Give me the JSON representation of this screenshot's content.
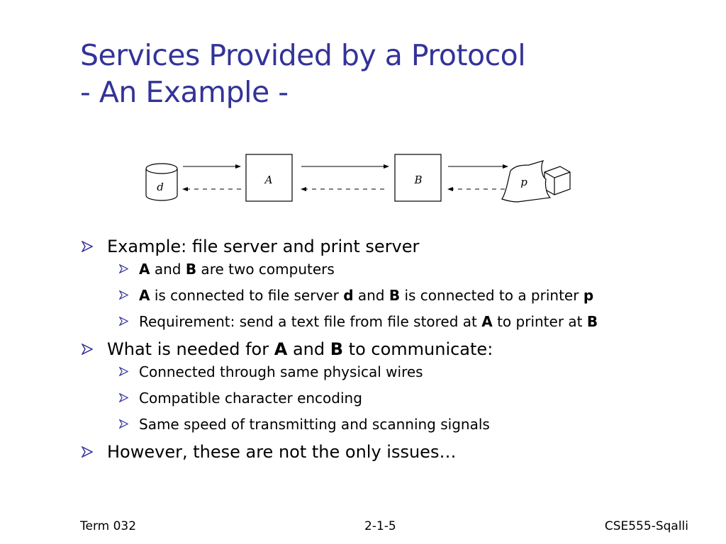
{
  "title": {
    "line1": "Services Provided by a Protocol",
    "line2": "- An Example -"
  },
  "diagram": {
    "nodes": {
      "d": "d",
      "A": "A",
      "B": "B",
      "p": "p"
    }
  },
  "bullets": [
    {
      "level": 1,
      "segments": [
        {
          "t": "Example: file server and print server"
        }
      ]
    },
    {
      "level": 2,
      "segments": [
        {
          "t": "A",
          "b": true
        },
        {
          "t": " and "
        },
        {
          "t": "B",
          "b": true
        },
        {
          "t": " are two computers"
        }
      ]
    },
    {
      "level": 2,
      "segments": [
        {
          "t": "A",
          "b": true
        },
        {
          "t": " is connected to file server "
        },
        {
          "t": "d",
          "b": true
        },
        {
          "t": " and "
        },
        {
          "t": "B",
          "b": true
        },
        {
          "t": " is connected to a printer "
        },
        {
          "t": "p",
          "b": true
        }
      ]
    },
    {
      "level": 2,
      "segments": [
        {
          "t": "Requirement: send a text file from file stored at "
        },
        {
          "t": "A",
          "b": true
        },
        {
          "t": " to printer at "
        },
        {
          "t": "B",
          "b": true
        }
      ]
    },
    {
      "level": 1,
      "segments": [
        {
          "t": "What is needed for "
        },
        {
          "t": "A",
          "b": true
        },
        {
          "t": " and "
        },
        {
          "t": "B",
          "b": true
        },
        {
          "t": " to communicate:"
        }
      ]
    },
    {
      "level": 2,
      "segments": [
        {
          "t": "Connected through same physical wires"
        }
      ]
    },
    {
      "level": 2,
      "segments": [
        {
          "t": "Compatible character encoding"
        }
      ]
    },
    {
      "level": 2,
      "segments": [
        {
          "t": "Same speed of transmitting and scanning signals"
        }
      ]
    },
    {
      "level": 1,
      "segments": [
        {
          "t": "However, these are not the only issues…"
        }
      ]
    }
  ],
  "footer": {
    "left": "Term 032",
    "center": "2-1-5",
    "right": "CSE555-Sqalli"
  },
  "colors": {
    "title": "#333399",
    "bullet_arrow": "#333399"
  },
  "icons": {
    "bullet": "arrow-bullet-icon",
    "disk": "disk-icon",
    "printer": "printer-icon"
  }
}
